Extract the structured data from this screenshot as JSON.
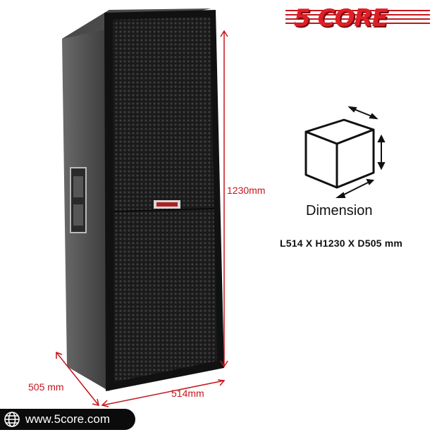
{
  "brand": {
    "logo_text": "5 CORE"
  },
  "dimensions": {
    "height_label": "1230mm",
    "width_label": "514mm",
    "depth_label": "505 mm",
    "title": "Dimension",
    "summary": "L514 X H1230 X D505 mm"
  },
  "footer": {
    "website": "www.5core.com",
    "icon": "globe-icon"
  },
  "colors": {
    "brand_red": "#c4161c",
    "arrow_red": "#c4161c",
    "text_dark": "#111111",
    "badge_bg": "#0b0b0b"
  }
}
